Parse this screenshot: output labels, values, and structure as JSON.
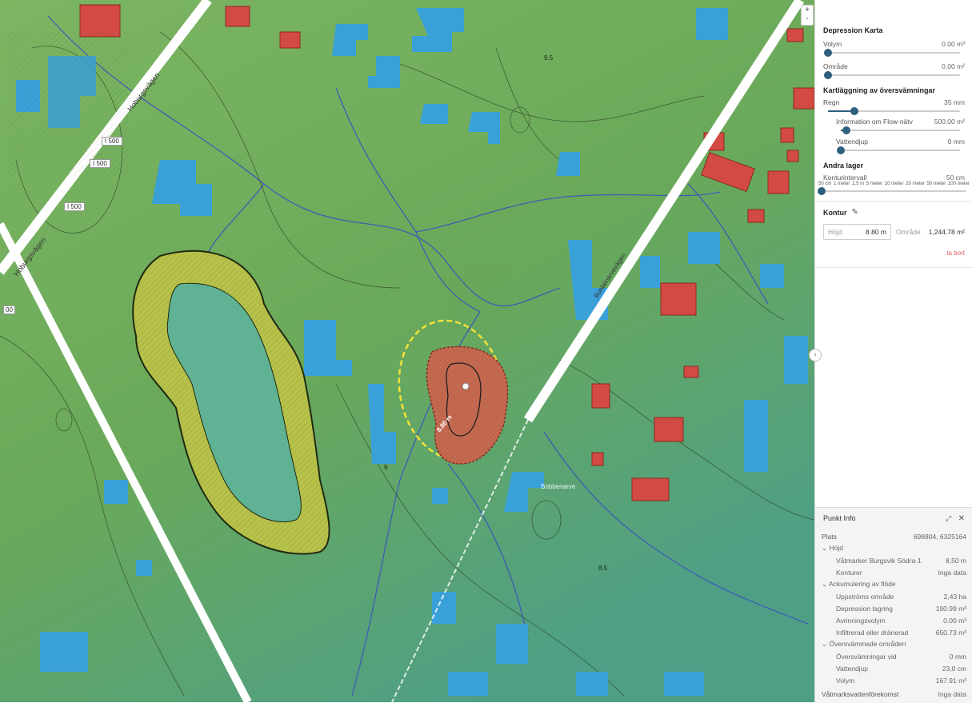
{
  "map": {
    "zoom_in_label": "+",
    "zoom_out_label": "-",
    "road_labels": [
      {
        "text": "Hoburgsvägen"
      },
      {
        "text": "Hoburgsvägen"
      },
      {
        "text": "Bobbenarvevägen"
      },
      {
        "text": "Bobbenarve"
      }
    ],
    "road_signs": [
      "I 500",
      "I 500",
      "I 500",
      "00"
    ],
    "contour_labels": [
      "9.5",
      "9",
      "8.5"
    ],
    "selected_contour_label": "8.80 m",
    "colors": {
      "terrain": "#6fa85a",
      "water": "#3aa0d8",
      "buildings": "#d24a43",
      "depression_fill": "#c46a50",
      "lake_edge": "#b8c24a",
      "lake_water": "#5fb294",
      "dashed_outline": "#f2e23a"
    }
  },
  "panel": {
    "depression": {
      "title": "Depression Karta",
      "volume_label": "Volym",
      "volume_value": "0.00 m³",
      "volume_level": 0,
      "area_label": "Område",
      "area_value": "0.00 m²",
      "area_level": 0
    },
    "flood": {
      "title": "Kartläggning av översvämningar",
      "rain_label": "Regn",
      "rain_value": "35 mm",
      "rain_level": 0.2,
      "flow_label": "Information om Flow-nätv",
      "flow_value": "500.00 m²",
      "flow_level": 0.05,
      "depth_label": "Vattendjup",
      "depth_value": "0 mm",
      "depth_level": 0
    },
    "other": {
      "title": "Andra lager",
      "contour_label": "Konturintervall",
      "contour_value": "50 cm",
      "contour_level": 0,
      "ticks": [
        "50 cm",
        "1 meter",
        "2,5 m",
        "5 meter",
        "10 meter",
        "20 meter",
        "50 meter",
        "100 meter"
      ]
    },
    "contour": {
      "title": "Kontur",
      "edit_icon": "pencil-icon",
      "height_label": "Höjd",
      "height_value": "8.80 m",
      "area_label": "Område",
      "area_value": "1,244.78 m²",
      "delete_label": "ta bort"
    }
  },
  "info": {
    "title": "Punkt Info",
    "location_label": "Plats",
    "location_value": "698804, 6325164",
    "height_group": "Höjd",
    "wetland_label": "Våtmarker Burgsvik Södra-1",
    "wetland_value": "8,50 m",
    "contours_label": "Konturer",
    "contours_value": "Inga data",
    "flow_group": "Ackumulering av flöde",
    "upstream_label": "Uppströms område",
    "upstream_value": "2,43 ha",
    "storage_label": "Depression lagring",
    "storage_value": "190.99 m³",
    "runoff_label": "Avrinningsvolym",
    "runoff_value": "0.00 m³",
    "infil_label": "Infiltrerad eller dränerad",
    "infil_value": "650.73 m³",
    "flooded_group": "Översvämmade områden",
    "flood_at_label": "Översvämningar vid",
    "flood_at_value": "0 mm",
    "wdepth_label": "Vattendjup",
    "wdepth_value": "23,0 cm",
    "vol_label": "Volym",
    "vol_value": "167.91 m³",
    "wetland_occ_label": "Våtmarksvattenförekomst",
    "wetland_occ_value": "Inga data"
  }
}
